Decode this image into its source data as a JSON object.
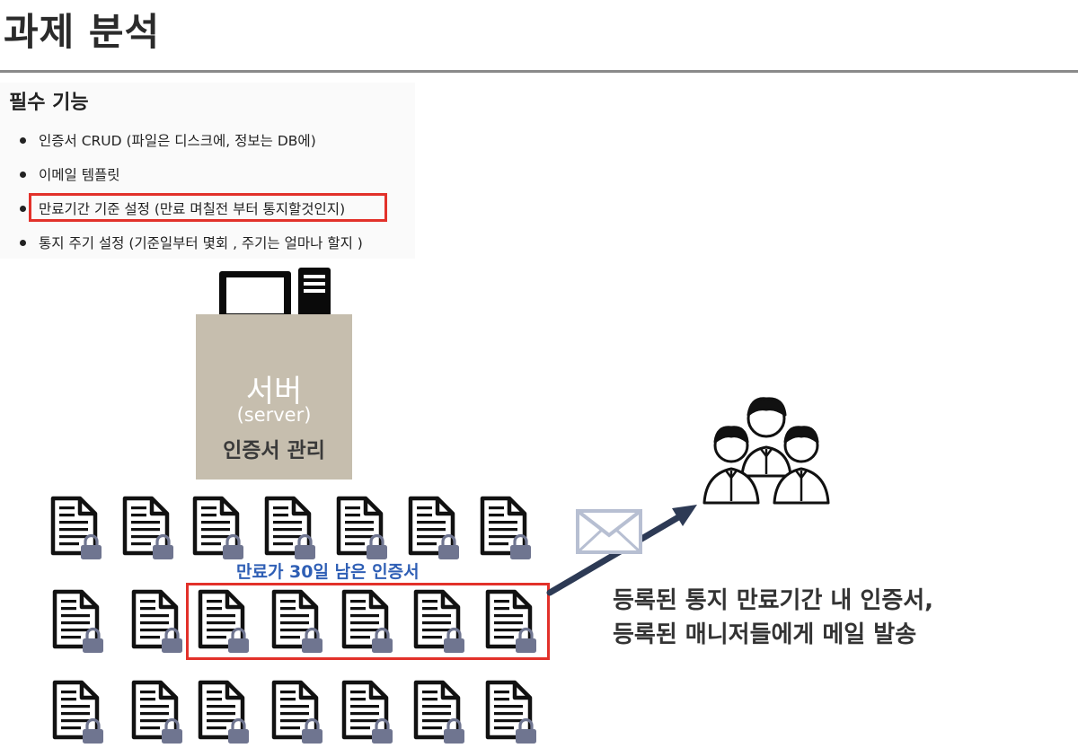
{
  "page": {
    "title": "과제 분석"
  },
  "requirements": {
    "heading": "필수 기능",
    "items": [
      "인증서 CRUD (파일은 디스크에, 정보는 DB에)",
      "이메일 템플릿",
      "만료기간 기준 설정 (만료 며칠전 부터 통지할것인지)",
      "통지 주기 설정 (기준일부터 몇회 , 주기는 얼마나 할지 )"
    ],
    "highlighted_index": 2
  },
  "server": {
    "name": "서버",
    "name_en": "(server)",
    "role": "인증서 관리"
  },
  "certificates": {
    "rows": 3,
    "columns": 7,
    "highlight_label": "만료가 30일 남은 인증서",
    "highlighted_row": 1,
    "highlighted_columns": [
      2,
      3,
      4,
      5,
      6
    ]
  },
  "notification": {
    "line1": "등록된 통지 만료기간 내 인증서,",
    "line2": "등록된 매니저들에게 메일 발송"
  },
  "icons": {
    "computer": "computer-icon",
    "document": "certificate-document-icon",
    "lock": "lock-icon",
    "envelope": "envelope-icon",
    "managers": "managers-group-icon"
  },
  "colors": {
    "highlight_border": "#e2312a",
    "highlight_label": "#2f5fb5",
    "server_box": "#c6beae",
    "arrow": "#2d3a55",
    "lock": "#6f7590"
  }
}
